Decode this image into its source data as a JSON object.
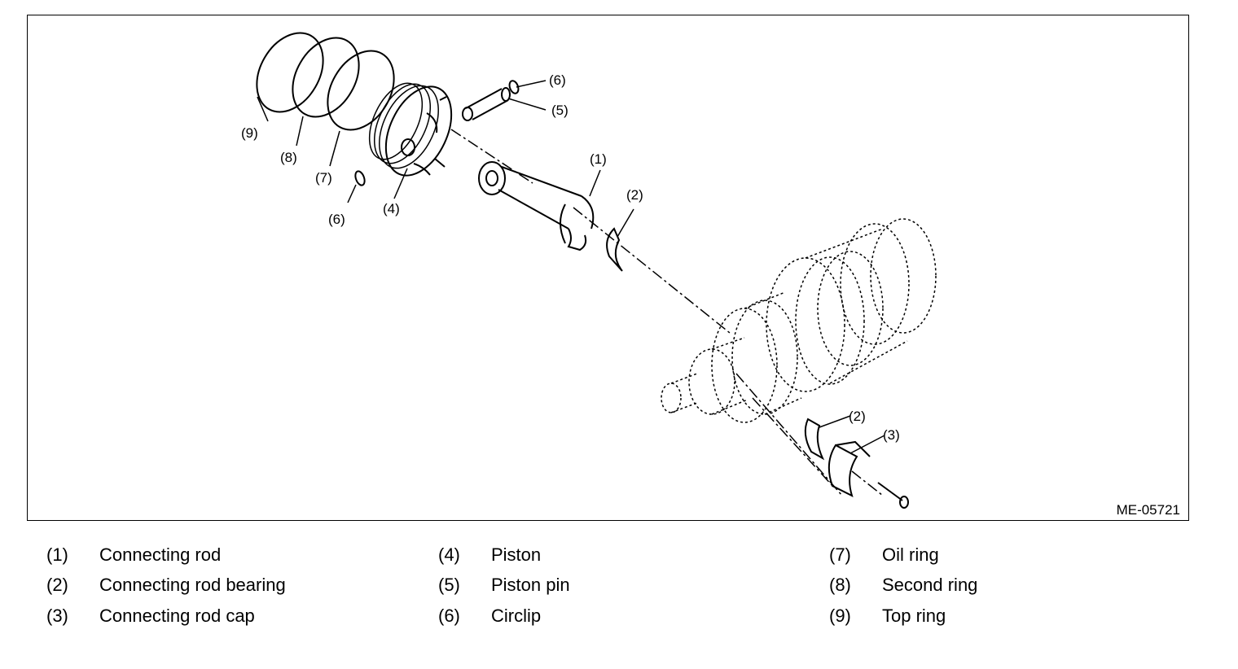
{
  "figure": {
    "code": "ME-05721",
    "callouts": {
      "c1": "(1)",
      "c2a": "(2)",
      "c2b": "(2)",
      "c3": "(3)",
      "c4": "(4)",
      "c5": "(5)",
      "c6a": "(6)",
      "c6b": "(6)",
      "c7": "(7)",
      "c8": "(8)",
      "c9": "(9)"
    }
  },
  "legend": [
    {
      "num": "(1)",
      "text": "Connecting rod"
    },
    {
      "num": "(2)",
      "text": "Connecting rod bearing"
    },
    {
      "num": "(3)",
      "text": "Connecting rod cap"
    },
    {
      "num": "(4)",
      "text": "Piston"
    },
    {
      "num": "(5)",
      "text": "Piston pin"
    },
    {
      "num": "(6)",
      "text": "Circlip"
    },
    {
      "num": "(7)",
      "text": "Oil ring"
    },
    {
      "num": "(8)",
      "text": "Second ring"
    },
    {
      "num": "(9)",
      "text": "Top ring"
    }
  ],
  "colors": {
    "line": "#000000",
    "background": "#ffffff"
  }
}
